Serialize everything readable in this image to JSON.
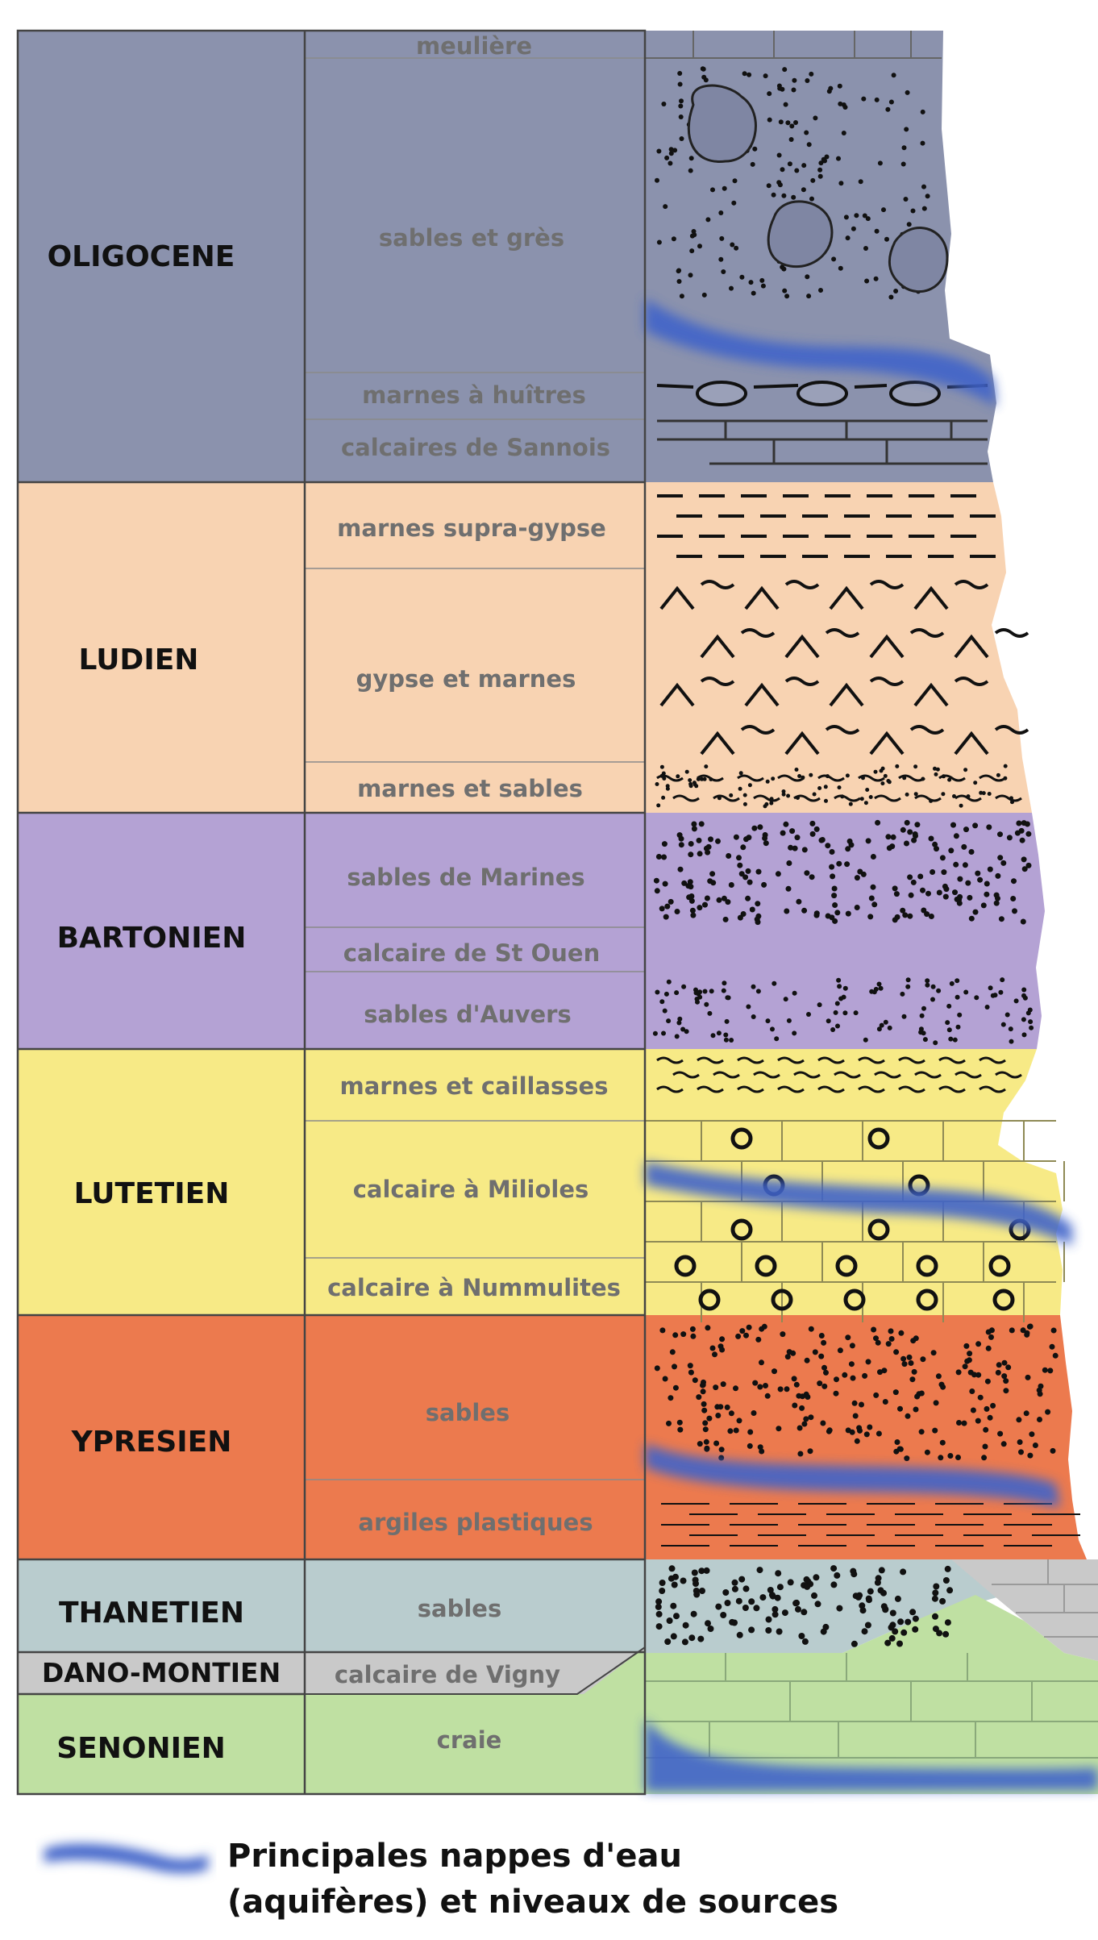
{
  "colors": {
    "oligocene": "#8b92ad",
    "ludien": "#f8d3b2",
    "bartonien": "#b4a2d4",
    "lutetien": "#f7ea86",
    "ypresien": "#ec7a4e",
    "thanetien": "#b9ccce",
    "dano": "#c9c9c9",
    "senonien": "#bfe0a2",
    "water": "#3f63c9",
    "line": "#444444",
    "stage_text": "#111111",
    "layer_text": "#6f6f6f"
  },
  "stages": [
    {
      "name": "OLIGOCENE",
      "color_key": "oligocene"
    },
    {
      "name": "LUDIEN",
      "color_key": "ludien"
    },
    {
      "name": "BARTONIEN",
      "color_key": "bartonien"
    },
    {
      "name": "LUTETIEN",
      "color_key": "lutetien"
    },
    {
      "name": "YPRESIEN",
      "color_key": "ypresien"
    },
    {
      "name": "THANETIEN",
      "color_key": "thanetien"
    },
    {
      "name": "DANO-MONTIEN",
      "color_key": "dano"
    },
    {
      "name": "SENONIEN",
      "color_key": "senonien"
    }
  ],
  "layers": [
    "meulière",
    "sables et grès",
    "marnes à huîtres",
    "calcaires de Sannois",
    "marnes supra-gypse",
    "gypse et marnes",
    "marnes et sables",
    "sables de Marines",
    "calcaire de St Ouen",
    "sables d'Auvers",
    "marnes et caillasses",
    "calcaire à Milioles",
    "calcaire à Nummulites",
    "sables",
    "argiles plastiques",
    "sables",
    "calcaire de Vigny",
    "craie"
  ],
  "patterns": {
    "oligocene_upper": "dots-nodules",
    "oligocene_lower": "oysters-limestone",
    "ludien": "dashes-chevrons",
    "bartonien": "dots",
    "lutetien": "limestone-fossils",
    "ypresien": "dots-clay",
    "thanetien": "dots",
    "senonien": "chalk-blocks"
  },
  "legend": {
    "icon": "water-table-stroke-icon",
    "line1": "Principales nappes d'eau",
    "line2": "(aquifères) et niveaux de sources"
  }
}
